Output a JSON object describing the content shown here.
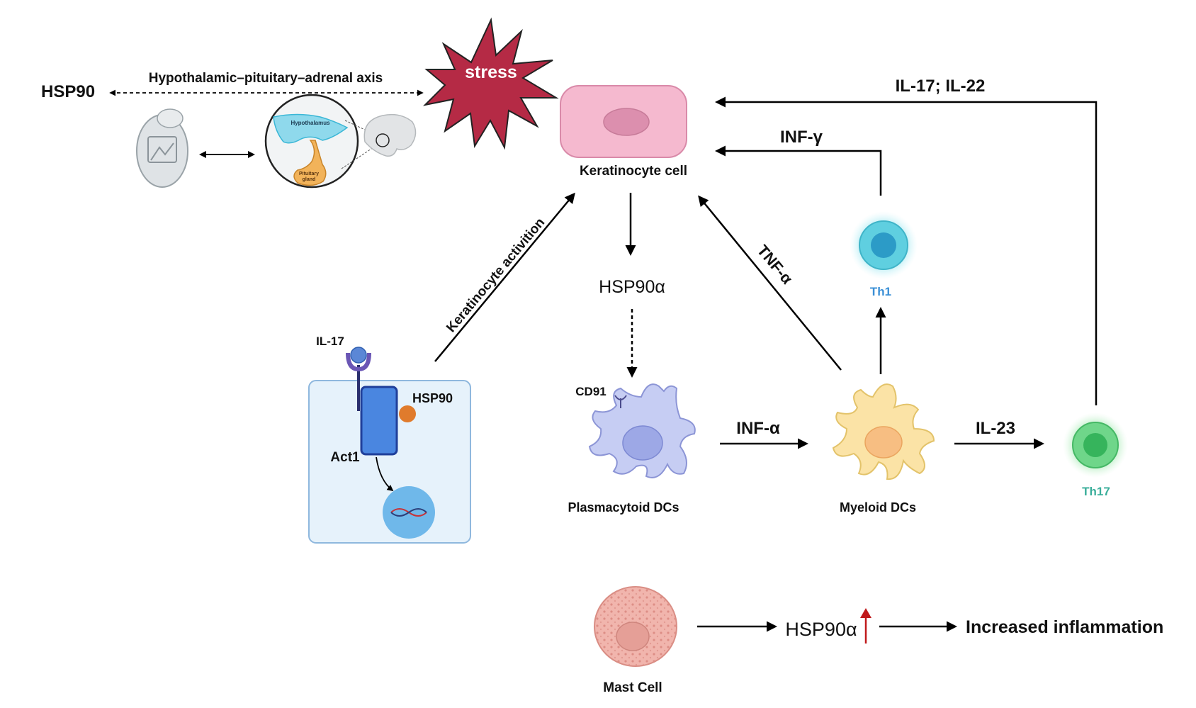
{
  "labels": {
    "hsp90_left": "HSP90",
    "hpa_axis": "Hypothalamic–pituitary–adrenal axis",
    "stress": "stress",
    "hypothalamus": "Hypothalamus",
    "pituitary_line1": "Pituitary",
    "pituitary_line2": "gland",
    "keratinocyte_cell": "Keratinocyte cell",
    "il17_il22": "IL-17; IL-22",
    "inf_gamma": "INF-γ",
    "th1": "Th1",
    "tnf_alpha": "TNF-α",
    "hsp90_alpha_mid": "HSP90α",
    "keratinocyte_activation": "Keratinocyte activition",
    "il17": "IL-17",
    "hsp90_inner": "HSP90",
    "act1": "Act1",
    "cd91": "CD91",
    "inf_alpha": "INF-α",
    "il23": "IL-23",
    "th17": "Th17",
    "plasmacytoid_dcs": "Plasmacytoid DCs",
    "myeloid_dcs": "Myeloid DCs",
    "mast_cell": "Mast Cell",
    "hsp90_alpha_bottom": "HSP90α",
    "increased_inflammation": "Increased inflammation"
  },
  "colors": {
    "stress": "#b52a45",
    "keratinocyte": "#f5b9cf",
    "th1": "#5fcfe0",
    "th1_label": "#3a8fd6",
    "th17": "#6fd68a",
    "th17_label": "#3aae9a",
    "plasmacytoid": "#c6cdf3",
    "myeloid": "#fbe3a6",
    "mast": "#f1b5ad",
    "cell_box": "#e6f2fb",
    "receptor": "#4a6fd8",
    "hsp90_dot": "#e07b2c",
    "up_arrow": "#c0191b"
  }
}
